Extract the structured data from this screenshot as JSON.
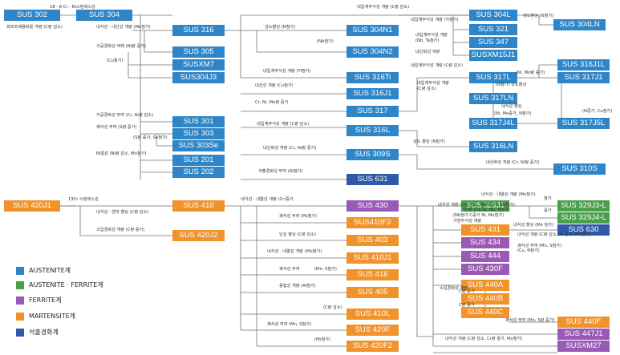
{
  "colors": {
    "austenite": "#2e86c8",
    "duplex": "#4aa04a",
    "ferrite": "#9b59b6",
    "martensite": "#f0932b",
    "precipitation": "#2e5aa8",
    "line": "#707070"
  },
  "boxes": {
    "sus302": "SUS 302",
    "sus304": "SUS 304",
    "sus316": "SUS 316",
    "sus305": "SUS 305",
    "susxm7": "SUSXM7",
    "sus304j3": "SUS304J3",
    "sus304n1": "SUS 304N1",
    "sus304n2": "SUS 304N2",
    "sus304l": "SUS 304L",
    "sus304ln": "SUS 304LN",
    "sus321": "SUS 321",
    "sus347": "SUS 347",
    "susxm15j1": "SUSXM15J1",
    "sus316ti": "SUS 316Ti",
    "sus316j1": "SUS 316J1",
    "sus317": "SUS 317",
    "sus316j1l": "SUS 316J1L",
    "sus317l": "SUS 317L",
    "sus317j1": "SUS 317J1",
    "sus317ln": "SUS 317LN",
    "sus317j4l": "SUS 317J4L",
    "sus317j5l": "SUS 317J5L",
    "sus316l": "SUS 316L",
    "sus316ln": "SUS 316LN",
    "sus301": "SUS 301",
    "sus303": "SUS 303",
    "sus303se": "SUS 303Se",
    "sus201": "SUS 201",
    "sus202": "SUS 202",
    "sus309s": "SUS 309S",
    "sus310s": "SUS 310S",
    "sus631": "SUS 631",
    "sus420j1": "SUS 420J1",
    "sus410": "SUS 410",
    "sus420j2": "SUS 420J2",
    "sus430": "SUS 430",
    "sus410f2": "SUS410F2",
    "sus403": "SUS 403",
    "sus410j1": "SUS 410J1",
    "sus416": "SUS 416",
    "sus405": "SUS 405",
    "sus410l": "SUS 410L",
    "sus420f": "SUS 420F",
    "sus420f2": "SUS 420F2",
    "sus329j1": "SUS 329J1",
    "sus329j3l": "SUS 329J3-L",
    "sus329j4l": "SUS 329J4-L",
    "sus630": "SUS 630",
    "sus431": "SUS 431",
    "sus434": "SUS 434",
    "sus444": "SUS 444",
    "sus430f": "SUS 430F",
    "sus440a": "SUS 440A",
    "sus440b": "SUS 440B",
    "sus440c": "SUS 440C",
    "sus440f": "SUS 440F",
    "sus447j1": "SUS 447J1",
    "susxm27": "SUSXM27"
  },
  "labels": {
    "l1": "18 - 8 Cr - Ni스텐레스강",
    "l2": "회피조제용화를 개량 (C량 감소)",
    "l3": "내식성 · 내산성 개량 (Mo첨가)",
    "l4": "가공경화성 억제 (Ni량 증가)",
    "l5": "(Cu첨가)",
    "l6": "강도향상 (N첨가)",
    "l7": "(Nb첨가)",
    "l8": "내입계부식성 개량 (C량 감소)",
    "l9": "내입계부식성 개량 (Ti첨가)",
    "l10": "내입계부식성 개량",
    "l11": "(Nb, Ta첨가)",
    "l12": "내산화성 개량",
    "l13": "강도향상 (N첨가)",
    "l14": "내입계부식성 개량 (Ti첨가)",
    "l15": "내산성 개량 (Cu첨가)",
    "l16": "Cr, Ni, Mo량 증가",
    "l17": "내입계부식성 개량 (C량 감소)",
    "l18": "(Ni, Mo량 증가)",
    "l19": "(N첨가) 강도향상",
    "l20": "내입계부식성 개량",
    "l21": "(C량 감소)",
    "l22": "내식성 향상",
    "l23": "(Ni, Mo증가, N첨가)",
    "l24": "(N증가, Cu첨가)",
    "l25": "내입계부식성 개량 (C량 감소)",
    "l26": "강도 향상 (N첨가)",
    "l27": "가공경화성 부여 (Cr, Ni량 감소)",
    "l28": "쾌삭성 부여 (S량 증가)",
    "l29": "(S량 증가, Se첨가)",
    "l30": "Ni절감 (Ni량 감소, Mn첨가)",
    "l31": "내산화성 개량 (Cr, Ni량 증가)",
    "l32": "내산화성 개량 (Cr, Ni량 증가)",
    "l33": "석출경화성 부여 (Al첨가)",
    "l34": "13Cr 스텐레스강",
    "l35": "내식성 · 내열성 개량 (Cr)증가",
    "l36": "내식성 · 연마 향상 (C량 감소)",
    "l37": "소입경화성 개량 (C량 증가)",
    "l38": "쾌삭성 부여 (Pb첨가)",
    "l39": "인성 향상 (C량 감소)",
    "l40": "내식성 · 내열성 개량",
    "l41": "(Mo첨가)",
    "l42": "쾌삭성 부여",
    "l43": "(Mn, S첨가)",
    "l44": "용접성 개량 (Al첨가)",
    "l45": "(C량 감소)",
    "l46": "쾌삭성 부여 (Mn, S첨가)",
    "l47": "(Pb첨가)",
    "l48": "(C량 감소 Ni, Nb, N첨가)",
    "l49": "(Nb첨가 C증가 Ni, Mo첨가)",
    "l50": "가방부식성 개량",
    "l51": "첨가",
    "l52": "증가",
    "l53": "내식성 향상 (Mo 첨가)",
    "l54": "내식성 개량 (C량 감소, Ni 증가, Mo첨가)",
    "l55": "쾌삭성 부여 (Mn, S첨가)",
    "l56": "소입경화성 개량",
    "l57": "C량 증가",
    "l58": "C량 증가",
    "l59": "쾌삭성 부여 (Mn, S량 증가)",
    "l60": "내식성 개량 (C량 감소, Cr량 증가, Mo첨가)",
    "l61": "내식성 · 내열성 개량 (Mo첨가)",
    "l62": "(Cu, N첨가)",
    "l63": "내식성 개량 (C량 감소, Ni량 증가, Mo첨가)"
  },
  "legend": [
    {
      "label": "AUSTENITE계",
      "color": "#2e86c8"
    },
    {
      "label": "AUSTENITE · FERRITE계",
      "color": "#4aa04a"
    },
    {
      "label": "FERRITE계",
      "color": "#9b59b6"
    },
    {
      "label": "MARTENSITE계",
      "color": "#f0932b"
    },
    {
      "label": "석출경화계",
      "color": "#2e5aa8"
    }
  ]
}
